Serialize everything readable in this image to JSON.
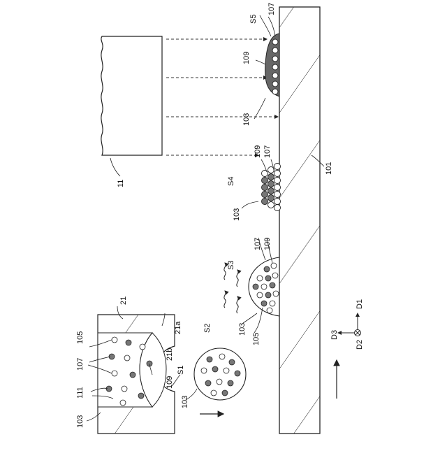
{
  "labels": {
    "substrate": "101",
    "layer_a": "103",
    "layer_b": "103",
    "layer_c": "103",
    "layer_d": "103",
    "layer_e": "103",
    "mat_105_a": "105",
    "mat_105_b": "105",
    "particle_107_a": "107",
    "particle_107_b": "107",
    "particle_107_c": "107",
    "particle_107_d": "107",
    "particle_109_a": "109",
    "particle_109_b": "109",
    "particle_109_c": "109",
    "particle_109_d": "109",
    "ligand_111": "111",
    "source": "11",
    "nozzle": "21",
    "nozzle_face": "21a",
    "nozzle_outlet": "21b",
    "step1": "S1",
    "step2": "S2",
    "step3": "S3",
    "step4": "S4",
    "step5": "S5",
    "dir1": "D1",
    "dir2": "D2",
    "dir3": "D3"
  }
}
